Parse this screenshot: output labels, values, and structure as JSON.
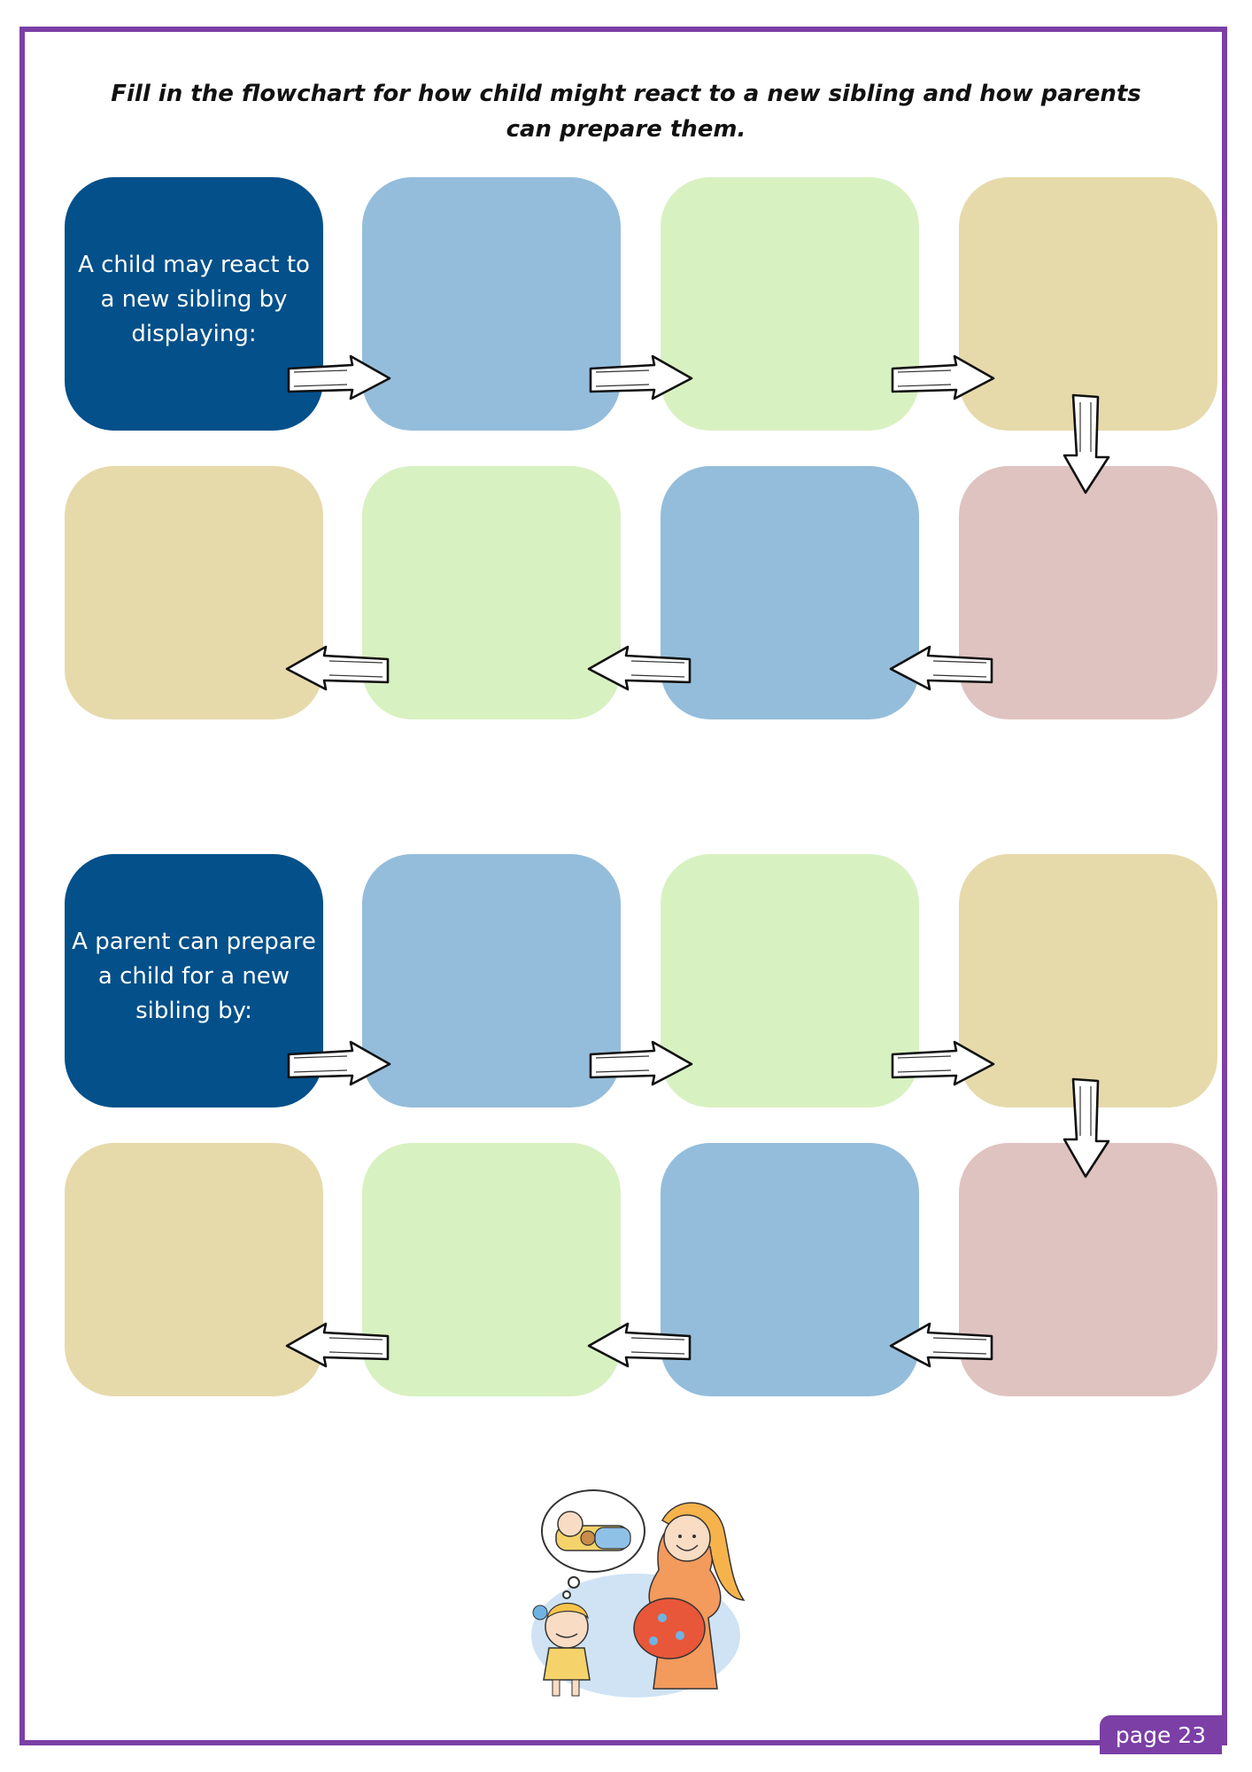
{
  "instruction": "Fill in the flowchart for how child might react to a new sibling and how parents can prepare them.",
  "colors": {
    "border": "#7b3fa5",
    "start": "#03508a",
    "blue": "#94bddb",
    "green": "#d8f1c1",
    "tan": "#e6daab",
    "rose": "#dfc3c0"
  },
  "flowcharts": [
    {
      "start_label": "A child may react to a new sibling by displaying:",
      "top_row": [
        "start",
        "blue",
        "green",
        "tan"
      ],
      "bottom_row": [
        "tan",
        "green",
        "blue",
        "rose"
      ]
    },
    {
      "start_label": "A parent can prepare a child for a new sibling by:",
      "top_row": [
        "start",
        "blue",
        "green",
        "tan"
      ],
      "bottom_row": [
        "tan",
        "green",
        "blue",
        "rose"
      ]
    }
  ],
  "illustration": "pregnant-mother-and-child-illustration",
  "footer": {
    "page_label": "page 23"
  }
}
